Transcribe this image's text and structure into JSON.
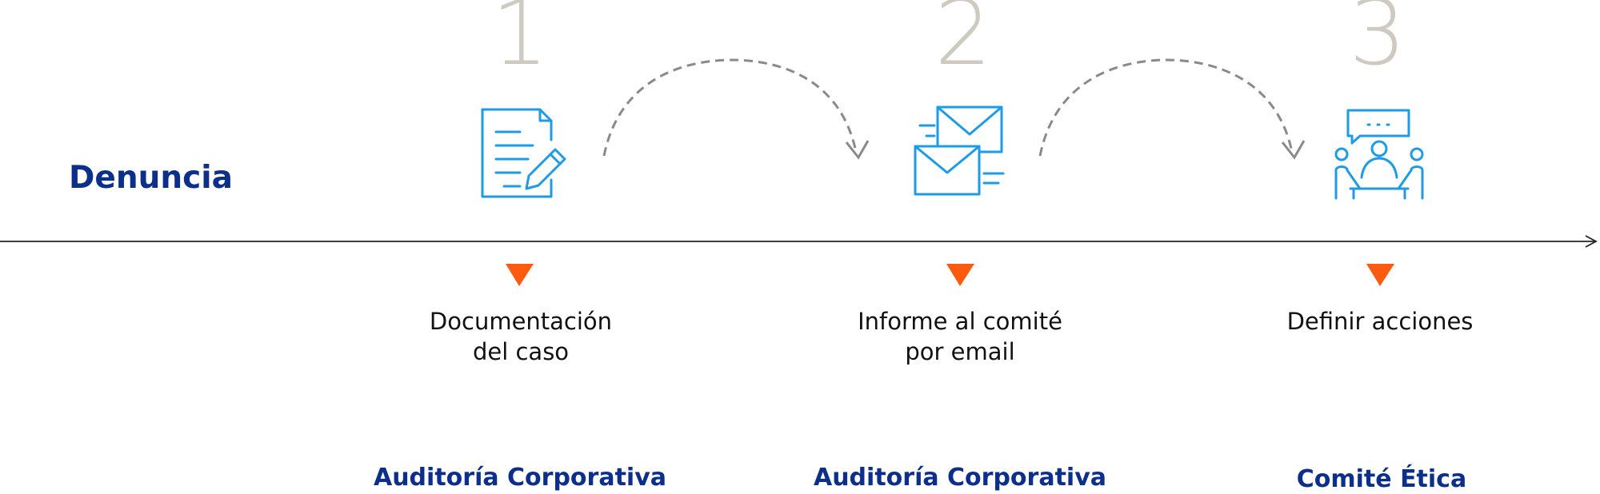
{
  "title": "Denuncia",
  "steps": [
    {
      "number": "1",
      "label_line1": "Documentación",
      "label_line2": "del caso",
      "owner": "Auditoría Corporativa",
      "icon": "document-pen-icon"
    },
    {
      "number": "2",
      "label_line1": "Informe al comité",
      "label_line2": "por email",
      "owner": "Auditoría Corporativa",
      "icon": "email-icon"
    },
    {
      "number": "3",
      "label_line1": "Definir acciones",
      "label_line2": "",
      "owner": "Comité Ética",
      "icon": "meeting-icon"
    }
  ],
  "colors": {
    "accent": "#1e9be6",
    "marker": "#fb5a0f",
    "owner": "#0b2f8a",
    "number": "#cfcac1"
  }
}
